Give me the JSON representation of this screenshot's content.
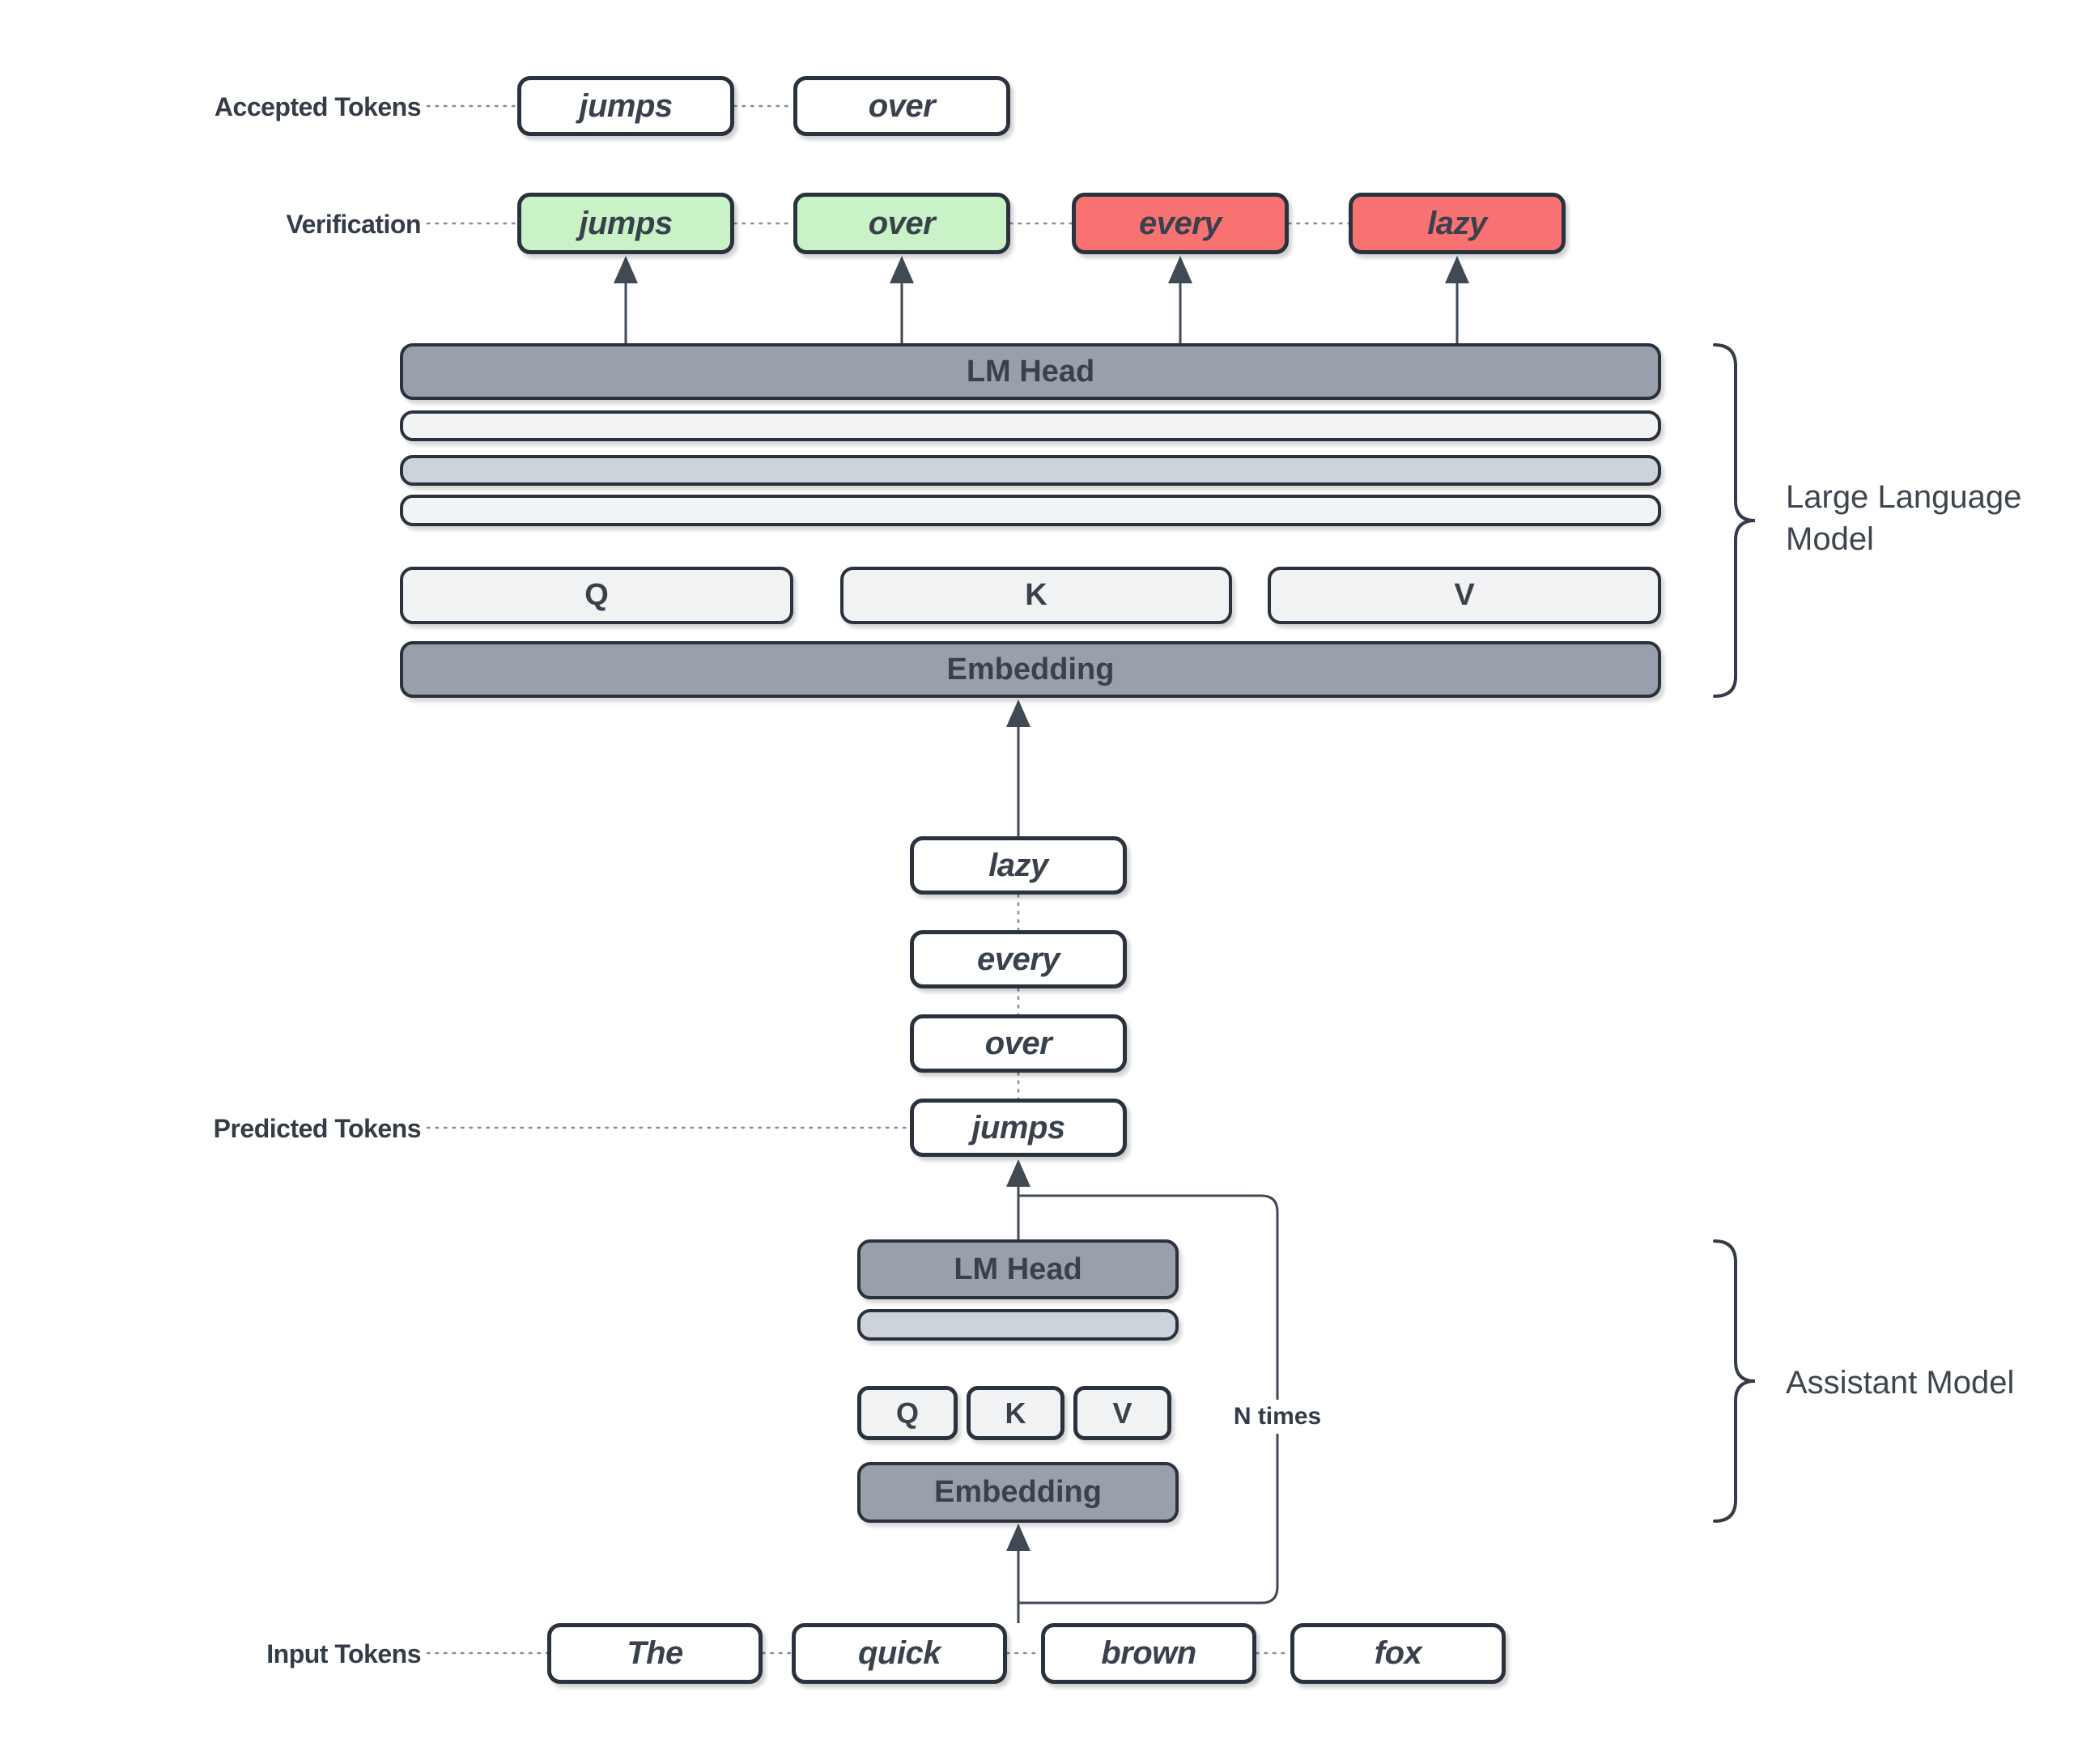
{
  "labels": {
    "accepted_tokens": "Accepted Tokens",
    "verification": "Verification",
    "predicted_tokens": "Predicted Tokens",
    "input_tokens": "Input Tokens",
    "n_times": "N times",
    "large_language_model": "Large Language Model",
    "assistant_model": "Assistant Model"
  },
  "accepted_tokens": [
    "jumps",
    "over"
  ],
  "verification_tokens": [
    {
      "label": "jumps",
      "status": "accepted"
    },
    {
      "label": "over",
      "status": "accepted"
    },
    {
      "label": "every",
      "status": "rejected"
    },
    {
      "label": "lazy",
      "status": "rejected"
    }
  ],
  "predicted_tokens": [
    "lazy",
    "every",
    "over",
    "jumps"
  ],
  "input_tokens": [
    "The",
    "quick",
    "brown",
    "fox"
  ],
  "llm": {
    "lm_head": "LM Head",
    "attention": [
      "Q",
      "K",
      "V"
    ],
    "embedding": "Embedding"
  },
  "assistant": {
    "lm_head": "LM Head",
    "attention": [
      "Q",
      "K",
      "V"
    ],
    "embedding": "Embedding"
  },
  "colors": {
    "accepted_green": "#c9f2c7",
    "rejected_red": "#f97272",
    "bar_dark": "#99a0ab",
    "bar_light": "#f1f3f5",
    "bar_medium": "#ccd3da",
    "border": "#2a323d",
    "ink": "#39414c"
  }
}
